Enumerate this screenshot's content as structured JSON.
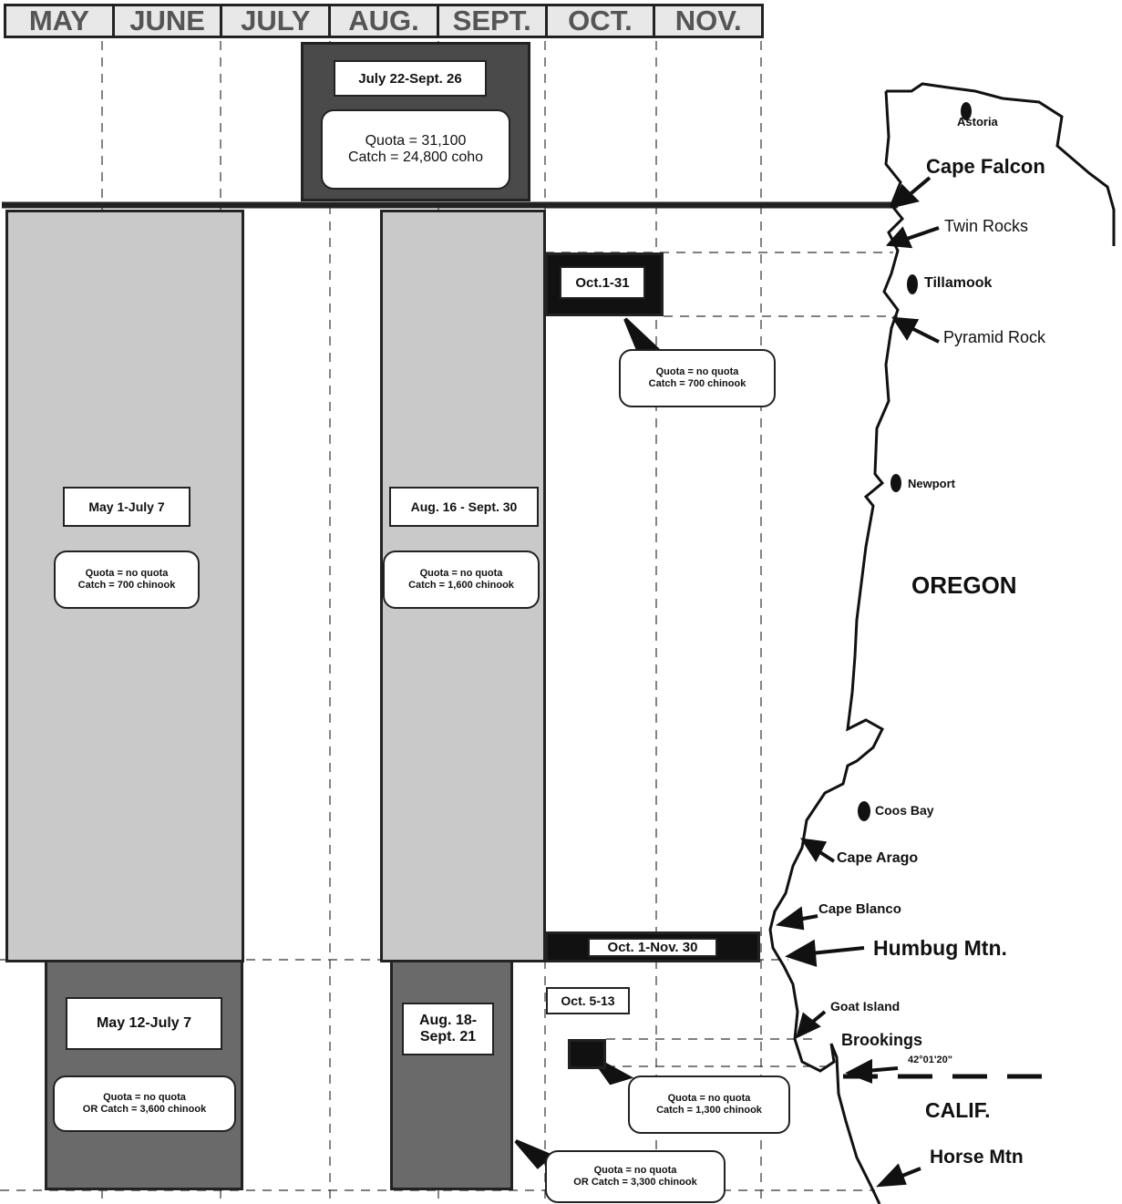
{
  "months": [
    "MAY",
    "JUNE",
    "JULY",
    "AUG.",
    "SEPT.",
    "OCT.",
    "NOV."
  ],
  "seasons": [
    {
      "id": "coho_north",
      "dates": "July 22-Sept. 26",
      "quota_line": "Quota = 31,100",
      "catch_line": "Catch = 24,800 coho"
    },
    {
      "id": "central_spring",
      "dates": "May 1-July 7",
      "quota_line": "Quota = no quota",
      "catch_line": "Catch = 700 chinook"
    },
    {
      "id": "central_late",
      "dates": "Aug. 16 - Sept. 30",
      "quota_line": "Quota = no quota",
      "catch_line": "Catch = 1,600 chinook"
    },
    {
      "id": "tillamook_oct",
      "dates": "Oct.1-31",
      "quota_line": "Quota = no quota",
      "catch_line": "Catch = 700 chinook"
    },
    {
      "id": "humbug_oct_nov",
      "dates": "Oct. 1-Nov. 30"
    },
    {
      "id": "south_spring",
      "dates": "May 12-July 7",
      "quota_line": "Quota = no quota",
      "catch_line": "OR Catch = 3,600 chinook"
    },
    {
      "id": "south_late",
      "dates": "Aug. 18-\nSept. 21",
      "quota_line": "Quota = no quota",
      "catch_line": "OR Catch = 3,300 chinook"
    },
    {
      "id": "brookings_oct",
      "dates": "Oct. 5-13",
      "quota_line": "Quota = no quota",
      "catch_line": "Catch = 1,300 chinook"
    }
  ],
  "places": {
    "astoria": "Astoria",
    "cape_falcon": "Cape Falcon",
    "twin_rocks": "Twin Rocks",
    "tillamook": "Tillamook",
    "pyramid_rock": "Pyramid Rock",
    "newport": "Newport",
    "coos_bay": "Coos Bay",
    "cape_arago": "Cape Arago",
    "cape_blanco": "Cape Blanco",
    "humbug_mtn": "Humbug Mtn.",
    "goat_island": "Goat Island",
    "brookings": "Brookings",
    "latitude": "42°01'20\"",
    "horse_mtn": "Horse Mtn"
  },
  "states": {
    "oregon": "OREGON",
    "calif": "CALIF."
  },
  "colors": {
    "light_fill": "#c9c9c9",
    "dark_fill": "#6a6a6a",
    "black_fill": "#111111"
  }
}
